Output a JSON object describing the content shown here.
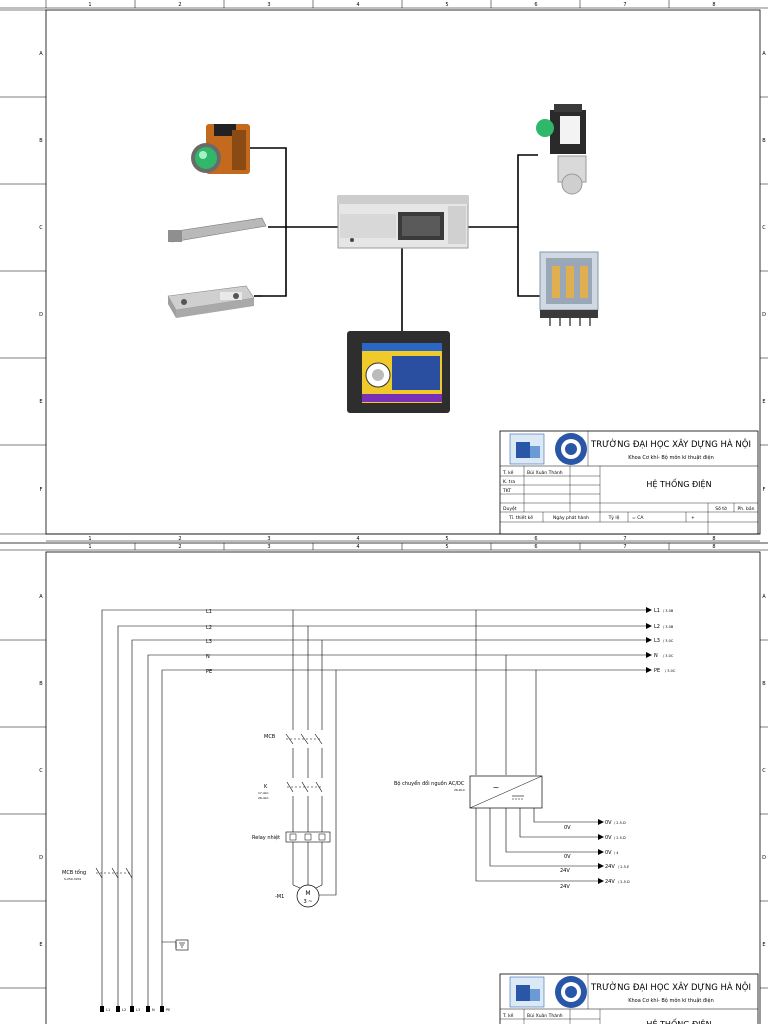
{
  "ruler": {
    "columns": [
      "1",
      "2",
      "3",
      "4",
      "5",
      "6",
      "7",
      "8"
    ],
    "rows": [
      "A",
      "B",
      "C",
      "D",
      "E",
      "F"
    ]
  },
  "title_block": {
    "school": "TRƯỜNG ĐẠI HỌC XÂY DỰNG HÀ NỘI",
    "faculty": "Khoa Cơ khí- Bộ môn kĩ thuật điện",
    "designer_label": "T. kế",
    "designer_name": "Bùi Xuân Thành",
    "checker_label": "K. tra",
    "tkt_label": "TKT",
    "approved_label": "Duyệt",
    "sheet_no_label": "Số tờ",
    "version_label": "Ph. bản",
    "drawing_title": "HỆ THỐNG ĐIỆN",
    "design_ref_label": "Tỉ. thiết kế",
    "issue_date_label": "Ngày phát hành",
    "scale_label": "Tỷ lệ",
    "scale_value": "= CA",
    "plus": "+"
  },
  "page2": {
    "buses": [
      {
        "left": "L1",
        "right": "L1",
        "ref": "/ 3.0B"
      },
      {
        "left": "L2",
        "right": "L2",
        "ref": "/ 3.0B"
      },
      {
        "left": "L3",
        "right": "L3",
        "ref": "/ 3.0C"
      },
      {
        "left": "N",
        "right": "N",
        "ref": "/ 3.0C"
      },
      {
        "left": "PE",
        "right": "PE",
        "ref": "/ 3.0C"
      }
    ],
    "mcb_label": "MCB",
    "contactor_label": "K",
    "contactor_sub": "17-4LC",
    "contactor_sub2": "26-4LC",
    "relay_label": "Relay nhiệt",
    "motor_label": "-M1",
    "motor_text": "M",
    "motor_phase": "3 ~",
    "main_mcb_label": "MCB tổng",
    "main_mcb_sub": "S-250-3201",
    "converter_label": "Bộ chuyển đổi nguồn AC/DC",
    "converter_sub": "26-DLC",
    "outputs": [
      {
        "name": "0V",
        "ref": "/ 2.5.D"
      },
      {
        "name": "0V",
        "ref": "/ 2.5.D"
      },
      {
        "name": "0V",
        "ref": "/ 4"
      },
      {
        "name": "24V",
        "ref": "/ 2.5.E"
      },
      {
        "name": "24V",
        "ref": "/ 2.5.D"
      }
    ],
    "wire_labels_mid": [
      "0V",
      "0V",
      "24V",
      "24V"
    ],
    "terminals": [
      "L1",
      "L2",
      "L3",
      "N",
      "PE"
    ]
  }
}
